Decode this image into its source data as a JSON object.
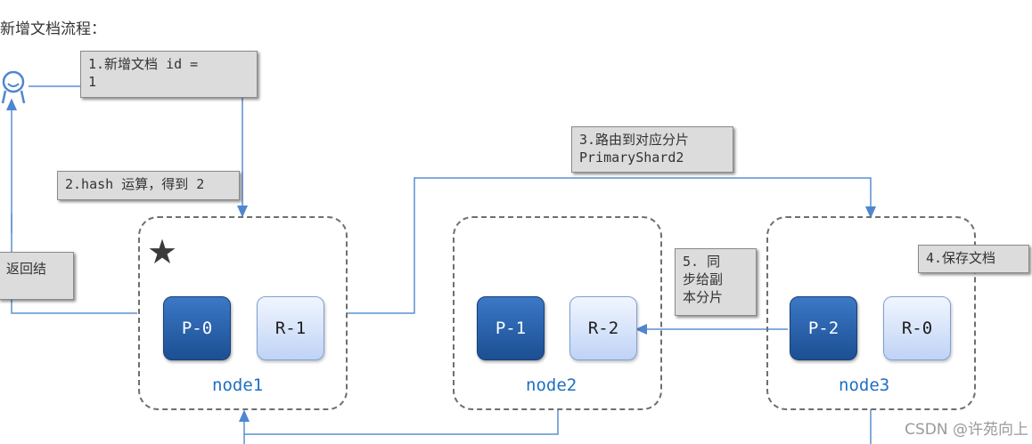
{
  "title": "新增文档流程：",
  "notes": {
    "step1": "1.新增文档 id =\n1",
    "step2": "2.hash 运算，得到 2",
    "step3": "3.路由到对应分片\nPrimaryShard2",
    "step4": "4.保存文档",
    "step5": "5. 同\n步给副\n本分片",
    "step6": "返回结"
  },
  "nodes": [
    {
      "label": "node1",
      "shards": [
        "P-0",
        "R-1"
      ]
    },
    {
      "label": "node2",
      "shards": [
        "P-1",
        "R-2"
      ]
    },
    {
      "label": "node3",
      "shards": [
        "P-2",
        "R-0"
      ]
    }
  ],
  "watermark": "CSDN @许苑向上",
  "colors": {
    "primary": "#1c4f93",
    "replica": "#bfd3f5",
    "line": "#5b8fd0",
    "node_label": "#1f6fc3"
  }
}
